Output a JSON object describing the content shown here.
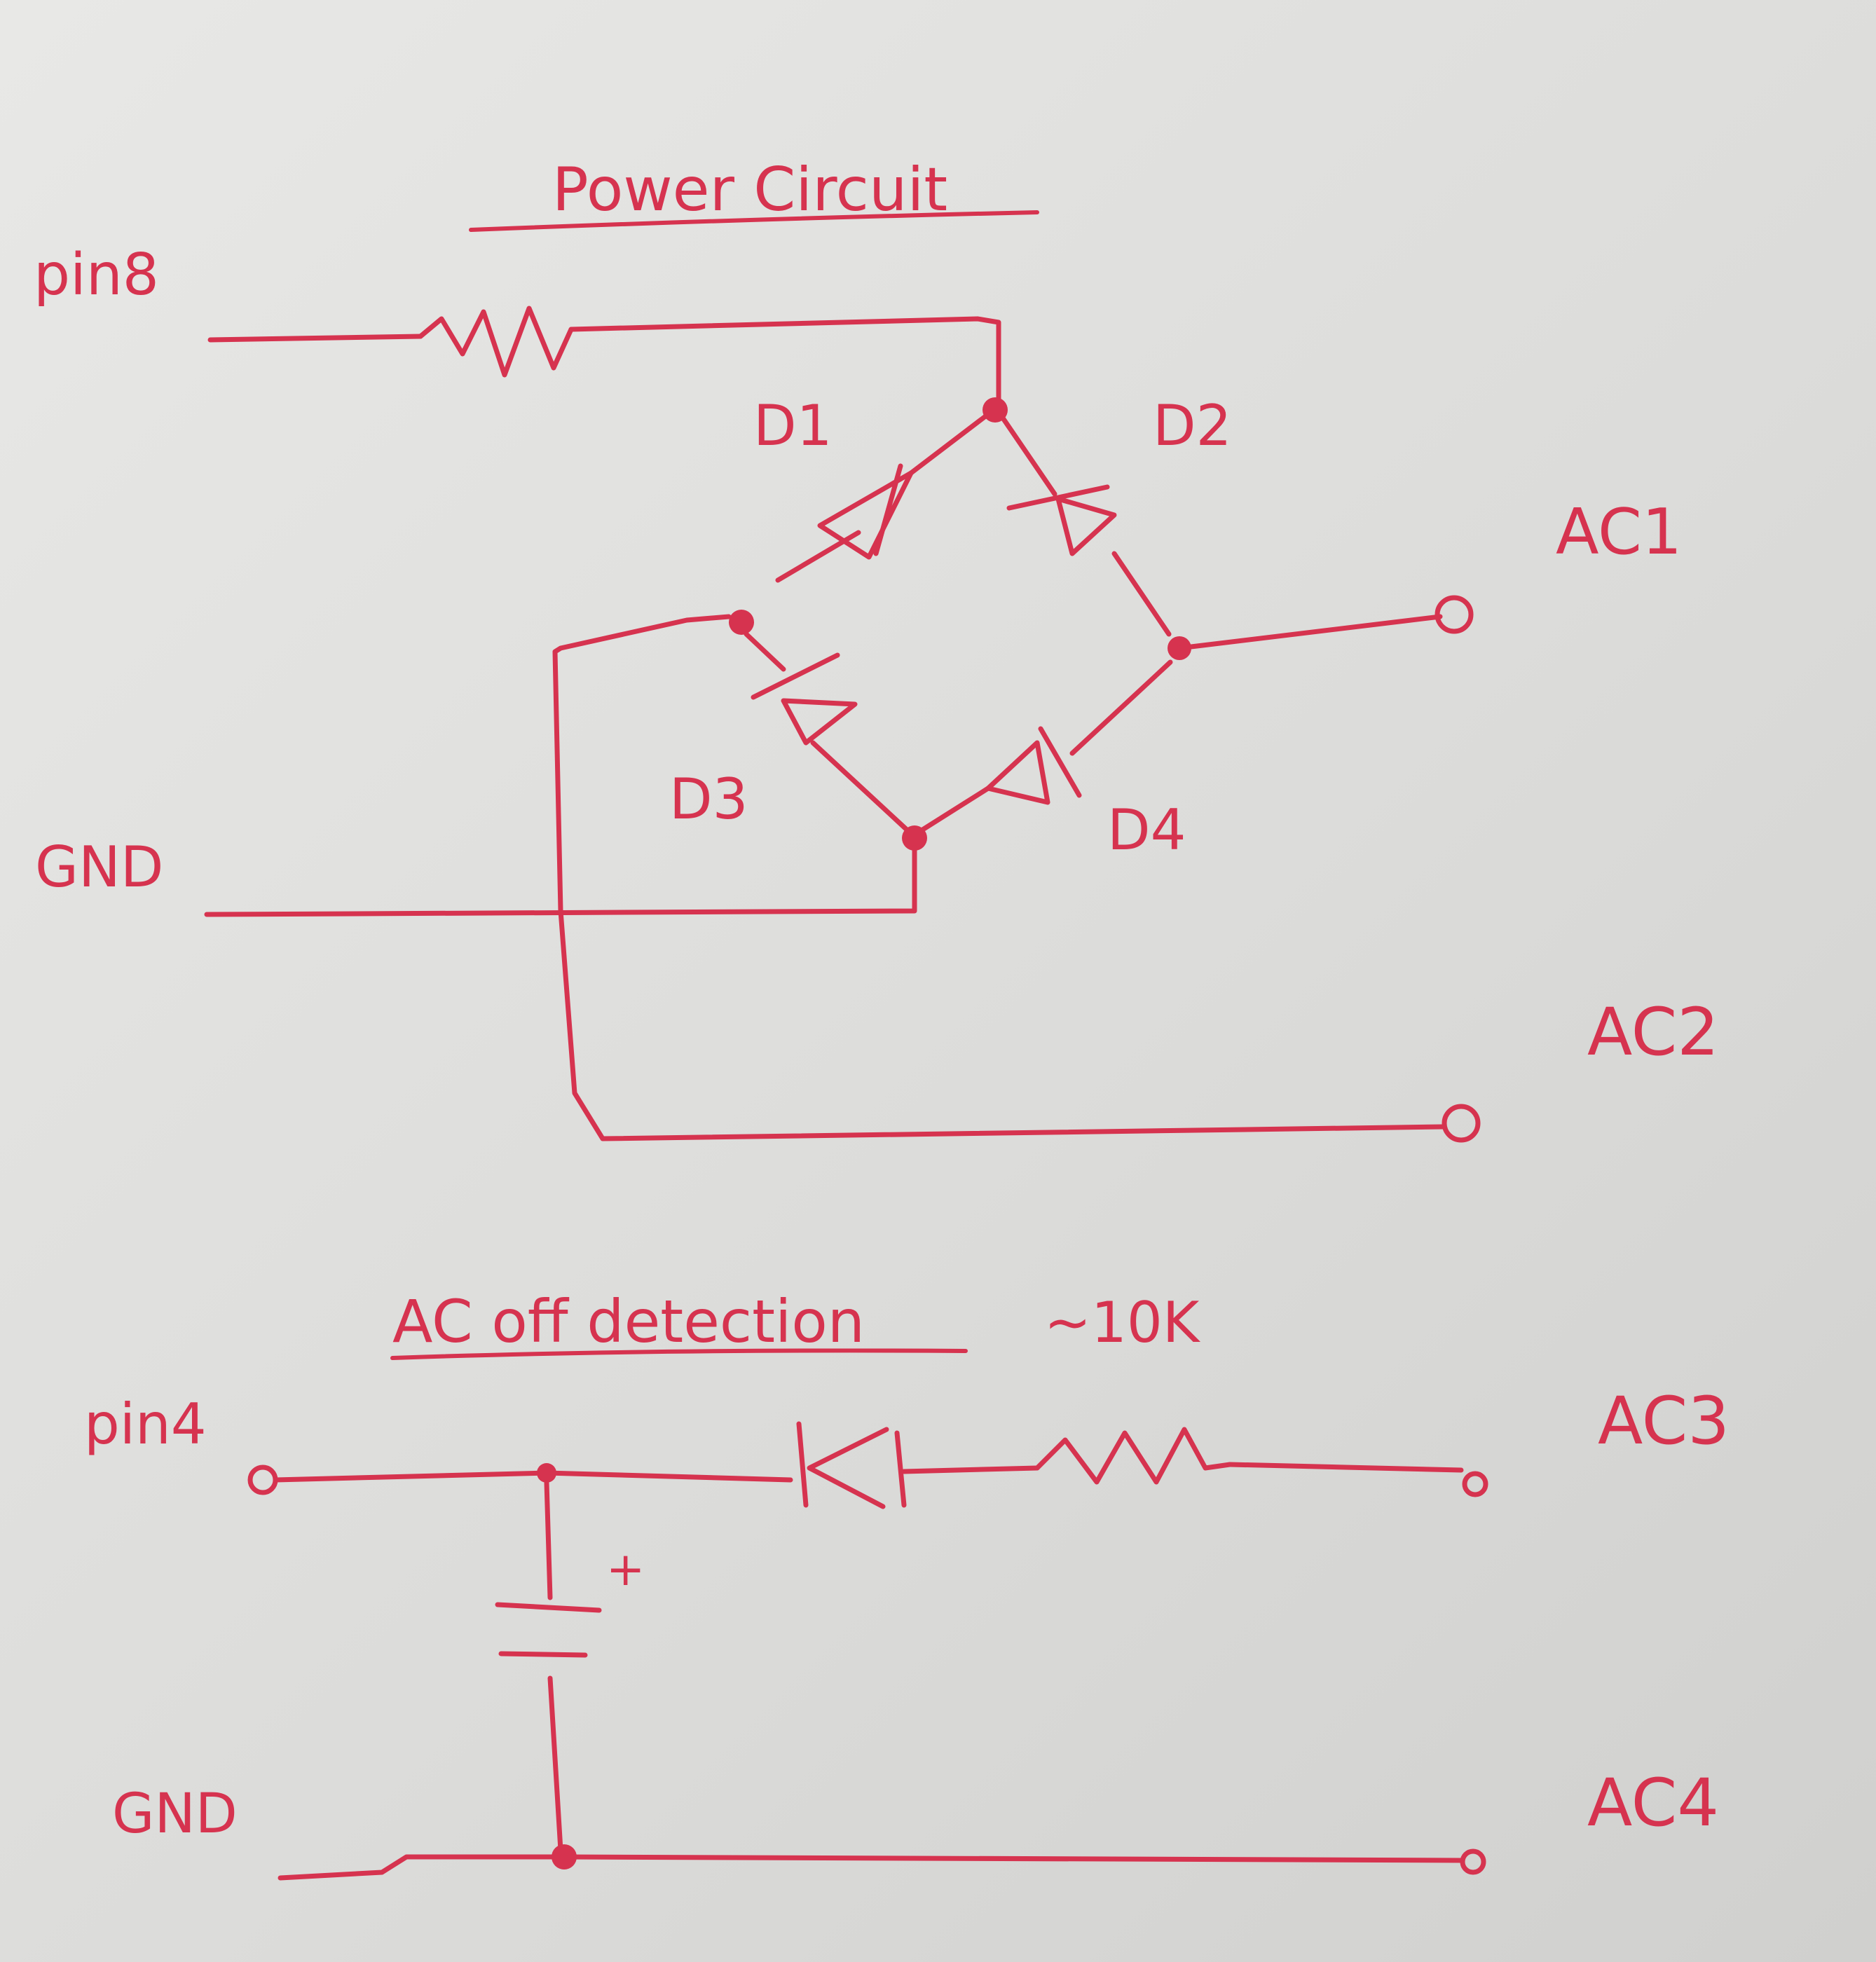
{
  "colors": {
    "ink": "#d6334f",
    "paper": "#e1e1df"
  },
  "power_circuit": {
    "title": "Power Circuit",
    "pin8_label": "pin8",
    "gnd_label": "GND",
    "d1_label": "D1",
    "d2_label": "D2",
    "d3_label": "D3",
    "d4_label": "D4",
    "ac1_label": "AC1",
    "ac2_label": "AC2"
  },
  "ac_off_detection": {
    "title": "AC off detection",
    "resistor_value": "~10K",
    "pin4_label": "pin4",
    "gnd_label": "GND",
    "plus_sign": "+",
    "ac3_label": "AC3",
    "ac4_label": "AC4"
  }
}
